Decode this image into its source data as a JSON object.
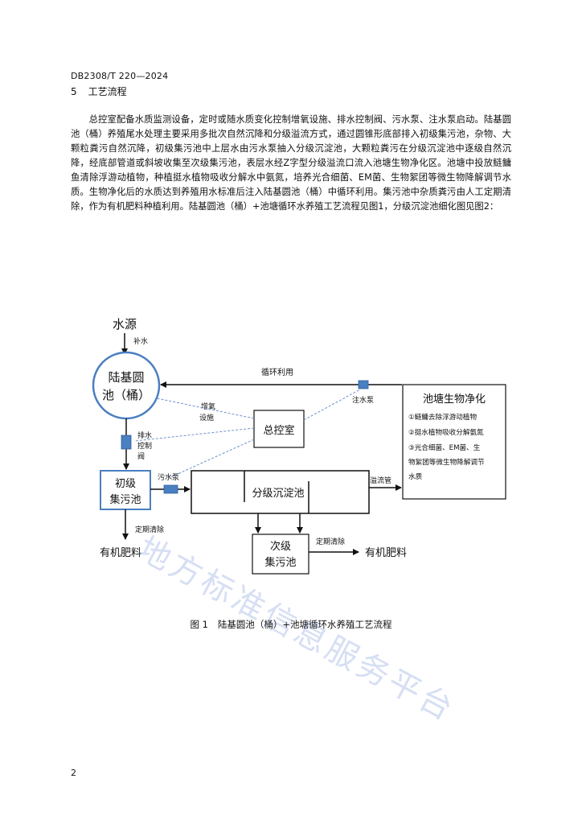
{
  "header": {
    "doc_code": "DB2308/T 220—2024"
  },
  "section": {
    "number": "5",
    "title": "工艺流程"
  },
  "paragraph": "总控室配备水质监测设备，定时或随水质变化控制增氧设施、排水控制阀、污水泵、注水泵启动。陆基圆池（桶）养殖尾水处理主要采用多批次自然沉降和分级溢流方式，通过圆锥形底部排入初级集污池，杂物、大颗粒粪污自然沉降，初级集污池中上层水由污水泵抽入分级沉淀池，大颗粒粪污在分级沉淀池中逐级自然沉降，经底部管道或斜坡收集至次级集污池，表层水经Z字型分级溢流口流入池塘生物净化区。池塘中投放鲢鳙鱼清除浮游动植物，种植挺水植物吸收分解水中氨氮，培养光合细菌、EM菌、生物絮团等微生物降解调节水质。生物净化后的水质达到养殖用水标准后注入陆基圆池（桶）中循环利用。集污池中杂质粪污由人工定期清除，作为有机肥料种植利用。陆基圆池（桶）+池塘循环水养殖工艺流程见图1，分级沉淀池细化图见图2：",
  "diagram": {
    "water_source": "水源",
    "refill": "补水",
    "circle_line1": "陆基圆",
    "circle_line2": "池（桶）",
    "recycle": "循环利用",
    "inject_pump": "注水泵",
    "aeration_line1": "增氧",
    "aeration_line2": "设施",
    "control_room": "总控室",
    "drain_line1": "排水",
    "drain_line2": "控制",
    "drain_line3": "阀",
    "primary_line1": "初级",
    "primary_line2": "集污池",
    "sewage_pump": "污水泵",
    "settling": "分级沉淀池",
    "overflow": "溢流管",
    "pond_title": "池塘生物净化",
    "pond_item1": "①鲢鳙去除浮游动植物",
    "pond_item2": "②挺水植物吸收分解氨氮",
    "pond_item3_line1": "③光合细菌、EM菌、生",
    "pond_item3_line2": "物絮团等微生物降解调节",
    "pond_item3_line3": "水质",
    "clean_left": "定期清除",
    "fertilizer_left": "有机肥料",
    "secondary_line1": "次级",
    "secondary_line2": "集污池",
    "clean_right": "定期清除",
    "fertilizer_right": "有机肥料"
  },
  "figure": {
    "number": "图 1",
    "caption": "陆基圆池（桶）+池塘循环水养殖工艺流程"
  },
  "watermark": "地方标准信息服务平台",
  "page_number": "2",
  "colors": {
    "diagram_blue": "#4a7fc1",
    "valve_fill": "#4a7fc1",
    "dashed_line": "#6f93c9"
  }
}
